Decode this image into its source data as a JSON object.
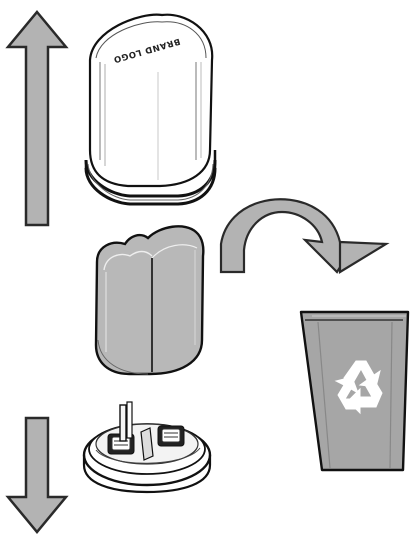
{
  "diagram": {
    "kind": "filter-replacement-instructions",
    "steps": [
      {
        "action": "lift-up",
        "arrow": "up-arrow-icon"
      },
      {
        "action": "discard-used-filter",
        "arrow": "curved-arrow-icon",
        "target": "trash-bin-icon"
      },
      {
        "action": "push-down",
        "arrow": "down-arrow-icon"
      }
    ],
    "housing_logo": "BRAND LOGO",
    "recycle_icon": "recycle-icon",
    "colors": {
      "arrow_fill": "#b3b3b3",
      "arrow_stroke": "#2a2a2a",
      "filter_fill": "#b8b8b8",
      "bin_fill": "#a6a6a6",
      "outline": "#111111"
    }
  }
}
